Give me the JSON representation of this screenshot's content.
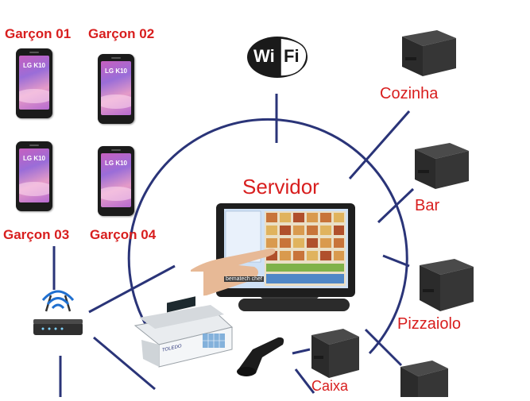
{
  "diagram": {
    "center_label": "Servidor",
    "wifi": {
      "left": "Wi",
      "right": "Fi"
    },
    "phones": [
      {
        "label": "Garçon 01",
        "brand": "LG K10"
      },
      {
        "label": "Garçon 02",
        "brand": "LG K10"
      },
      {
        "label": "Garçon 03",
        "brand": "LG K10"
      },
      {
        "label": "Garçon 04",
        "brand": "LG K10"
      }
    ],
    "printers": [
      {
        "label": "Cozinha"
      },
      {
        "label": "Bar"
      },
      {
        "label": "Pizzaiolo"
      },
      {
        "label": "Caixa"
      }
    ],
    "devices": {
      "terminal_brand": "bematech chef",
      "scale_brand": "TOLEDO"
    },
    "colors": {
      "label": "#d81e1e",
      "link": "#2a3478",
      "device_dark": "#2b2b2b",
      "screen": "#c65fbf"
    }
  }
}
